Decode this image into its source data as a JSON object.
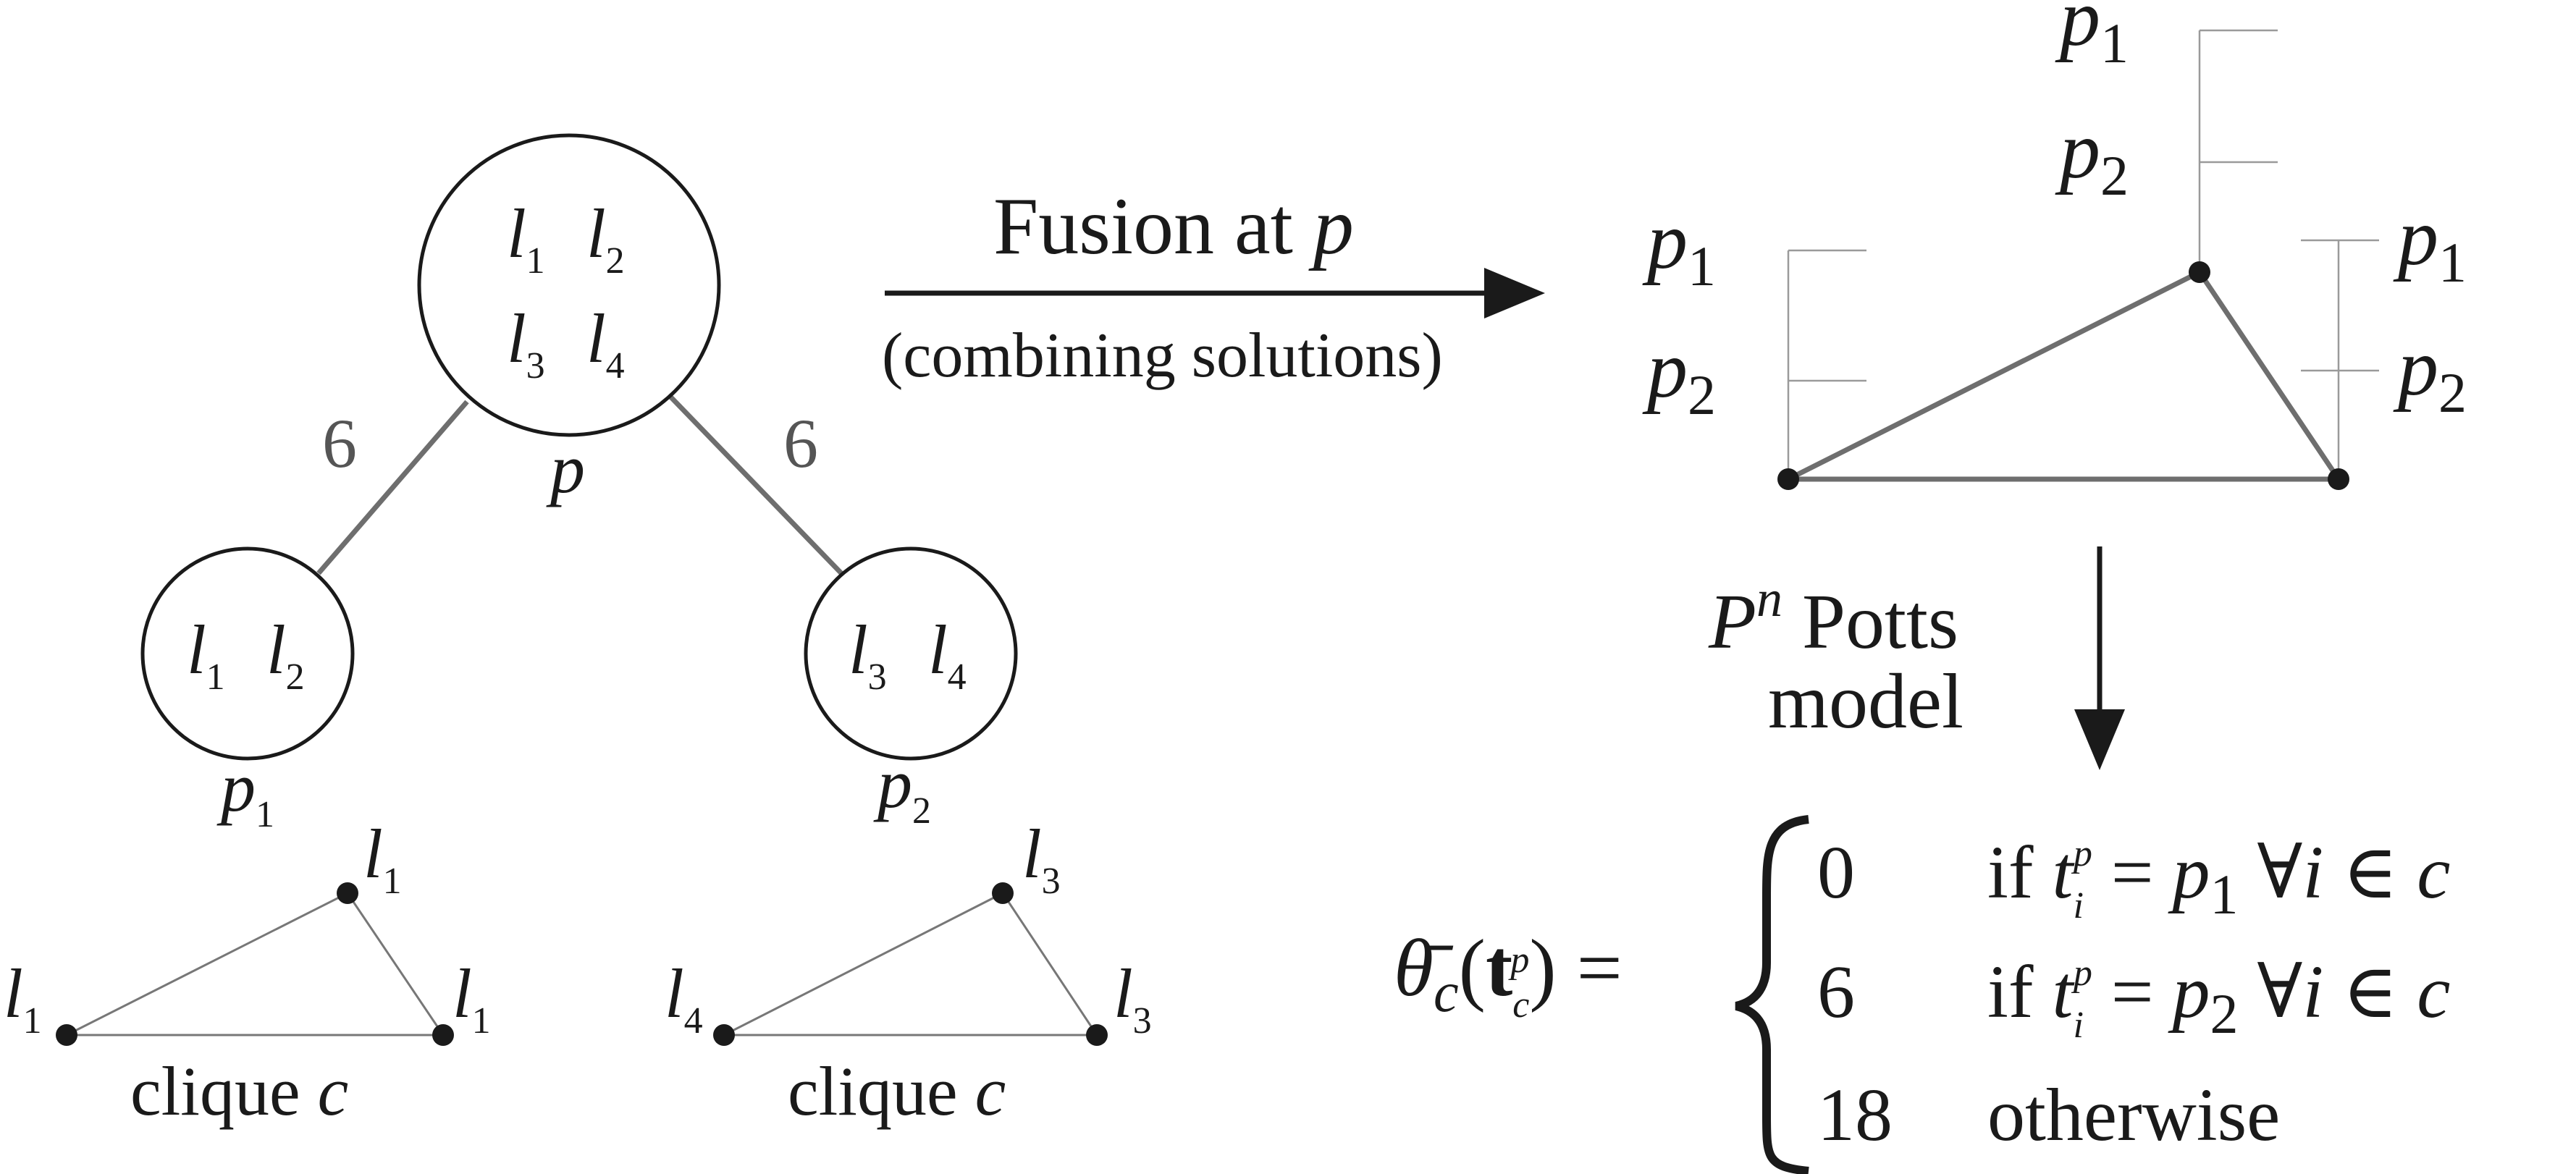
{
  "tree": {
    "root": {
      "labels": [
        "l1",
        "l2",
        "l3",
        "l4"
      ],
      "name": "p"
    },
    "children": [
      {
        "labels": [
          "l1",
          "l2"
        ],
        "name": "p1",
        "edge_weight": "6"
      },
      {
        "labels": [
          "l3",
          "l4"
        ],
        "name": "p2",
        "edge_weight": "6"
      }
    ]
  },
  "cliques": [
    {
      "caption": "clique",
      "caption_var": "c",
      "vertex_labels": [
        "l1",
        "l1",
        "l1"
      ]
    },
    {
      "caption": "clique",
      "caption_var": "c",
      "vertex_labels": [
        "l4",
        "l3",
        "l3"
      ]
    }
  ],
  "fusion_arrow": {
    "label": "Fusion at",
    "label_var": "p",
    "sublabel": "(combining solutions)"
  },
  "fused_clique": {
    "ticks": [
      "p1",
      "p2"
    ]
  },
  "potts_arrow": {
    "label_base": "P",
    "label_sup": "n",
    "label_rest": " Potts",
    "label_line2": "model"
  },
  "equation": {
    "lhs": "θ̄c(tcp) =",
    "cases": [
      {
        "value": "0",
        "condition": "if tip = p1 ∀i ∈ c"
      },
      {
        "value": "6",
        "condition": "if tip = p2 ∀i ∈ c"
      },
      {
        "value": "18",
        "condition": "otherwise"
      }
    ]
  }
}
